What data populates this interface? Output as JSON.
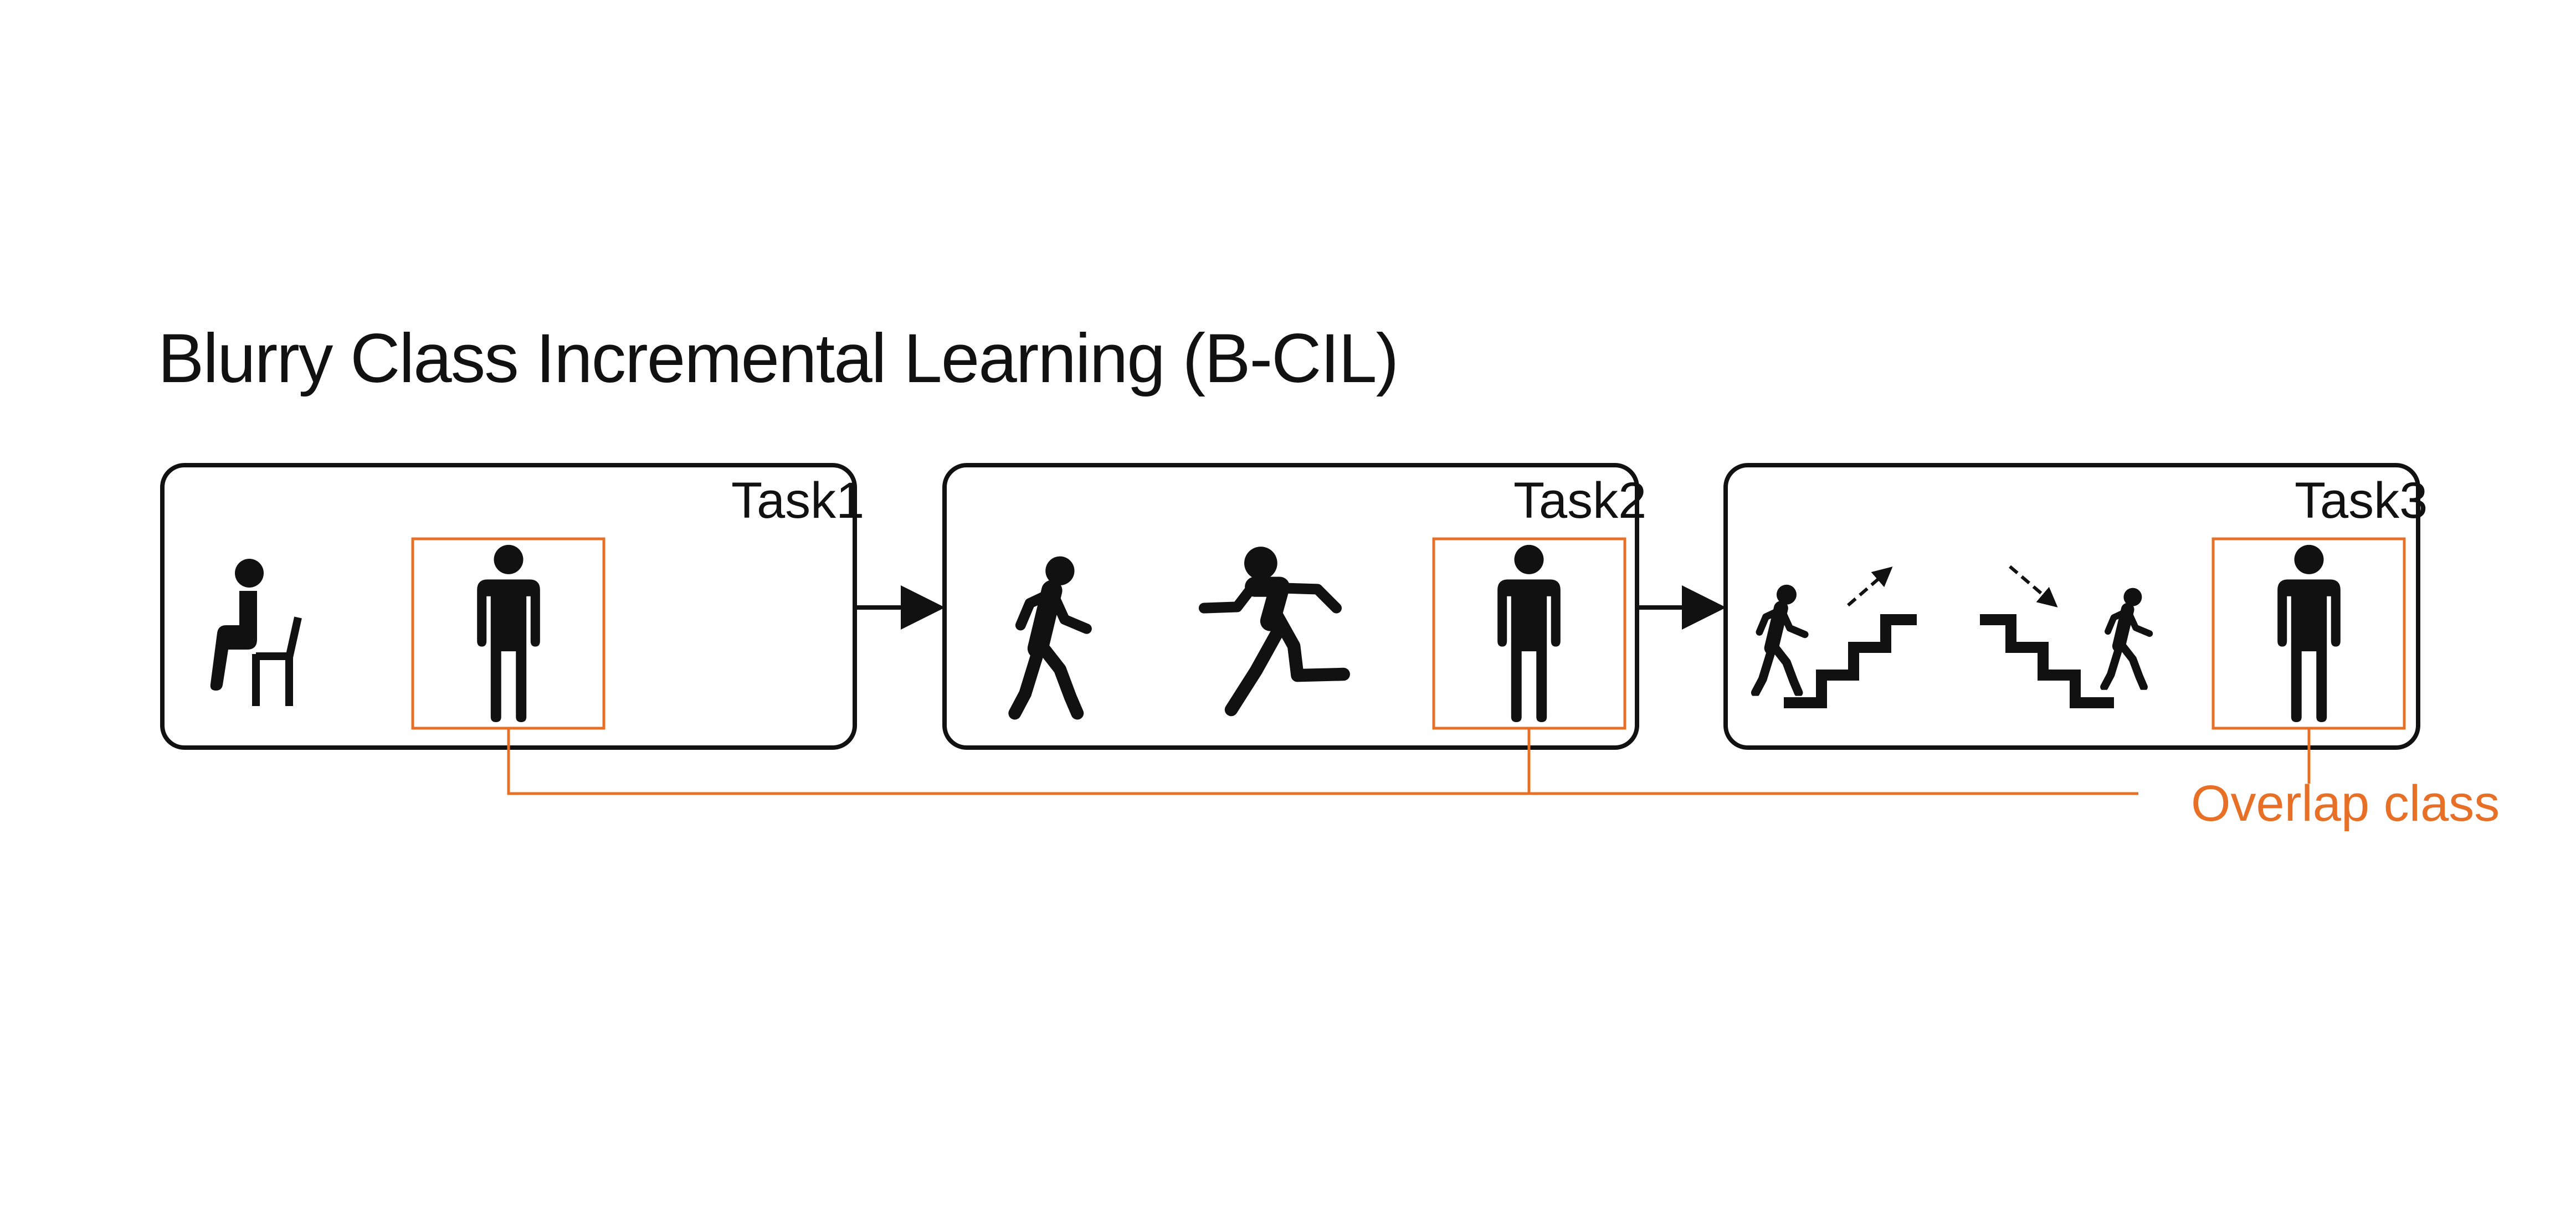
{
  "diagram": {
    "title": "Blurry Class Incremental Learning (B-CIL)",
    "tasks": [
      {
        "label": "Task1",
        "classes": [
          "sit-icon",
          "stand-icon"
        ]
      },
      {
        "label": "Task2",
        "classes": [
          "walk-icon",
          "run-icon",
          "stand-icon"
        ]
      },
      {
        "label": "Task3",
        "classes": [
          "walk-upstairs-icon",
          "walk-downstairs-icon",
          "stand-icon"
        ]
      }
    ],
    "overlap_label": "Overlap class",
    "colors": {
      "ink": "#111111",
      "accent": "#e87026",
      "background": "#ffffff"
    }
  }
}
